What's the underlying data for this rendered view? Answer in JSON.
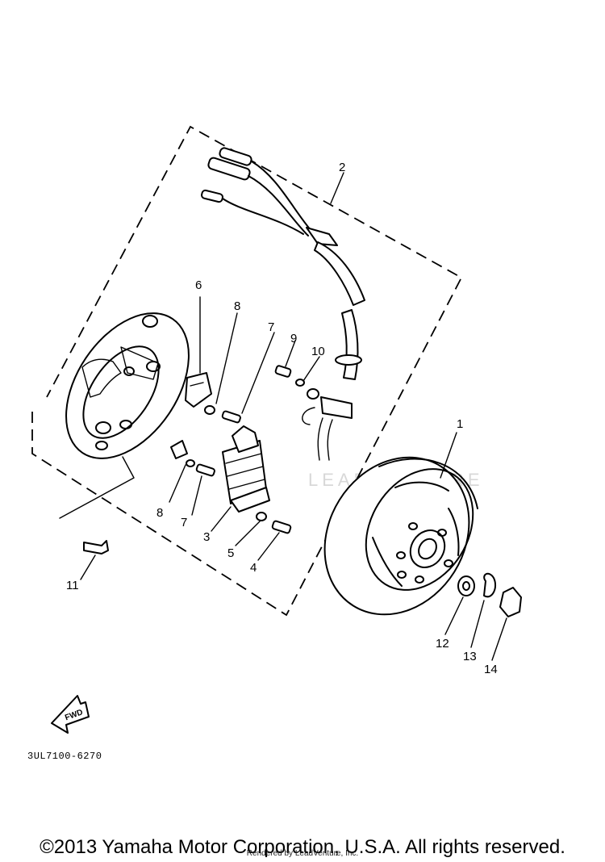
{
  "diagram": {
    "callouts": {
      "c1": "1",
      "c2": "2",
      "c3": "3",
      "c4": "4",
      "c5": "5",
      "c6": "6",
      "c7a": "7",
      "c7b": "7",
      "c8a": "8",
      "c8b": "8",
      "c9": "9",
      "c10": "10",
      "c11": "11",
      "c12": "12",
      "c13": "13",
      "c14": "14"
    },
    "fwd_label": "FWD",
    "part_code": "3UL7100-6270",
    "watermark": "LEADVENTURE"
  },
  "footer": {
    "copyright": "©2013 Yamaha Motor Corporation, U.S.A. All rights reserved.",
    "rendered_by": "Rendered by LeadVenture, Inc."
  }
}
